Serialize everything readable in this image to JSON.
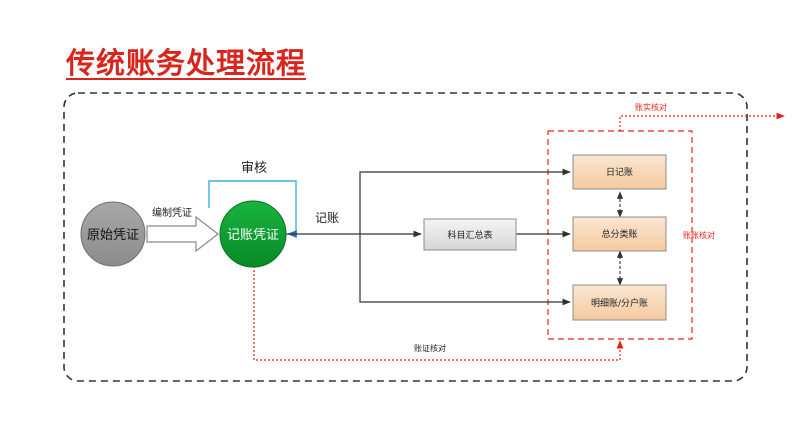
{
  "title": "传统账务处理流程",
  "nodes": {
    "original_voucher": "原始凭证",
    "accounting_voucher": "记账凭证",
    "subject_summary": "科目汇总表",
    "journal": "日记账",
    "general_ledger": "总分类账",
    "subsidiary_ledger": "明细账/分户账"
  },
  "labels": {
    "prepare_voucher": "编制凭证",
    "audit": "审核",
    "bookkeeping": "记账",
    "voucher_check": "账证核对",
    "ledger_check": "账账核对",
    "actual_check": "账实核对"
  },
  "colors": {
    "title": "#d9261c",
    "check_lines": "#e8201a",
    "original_voucher_fill": "#9a9a9a",
    "accounting_voucher_fill": "#0a9a2e",
    "audit_loop": "#3ab0de",
    "ledger_fill": "#f7d8bc",
    "ledger_border": "#8c8c8c"
  }
}
